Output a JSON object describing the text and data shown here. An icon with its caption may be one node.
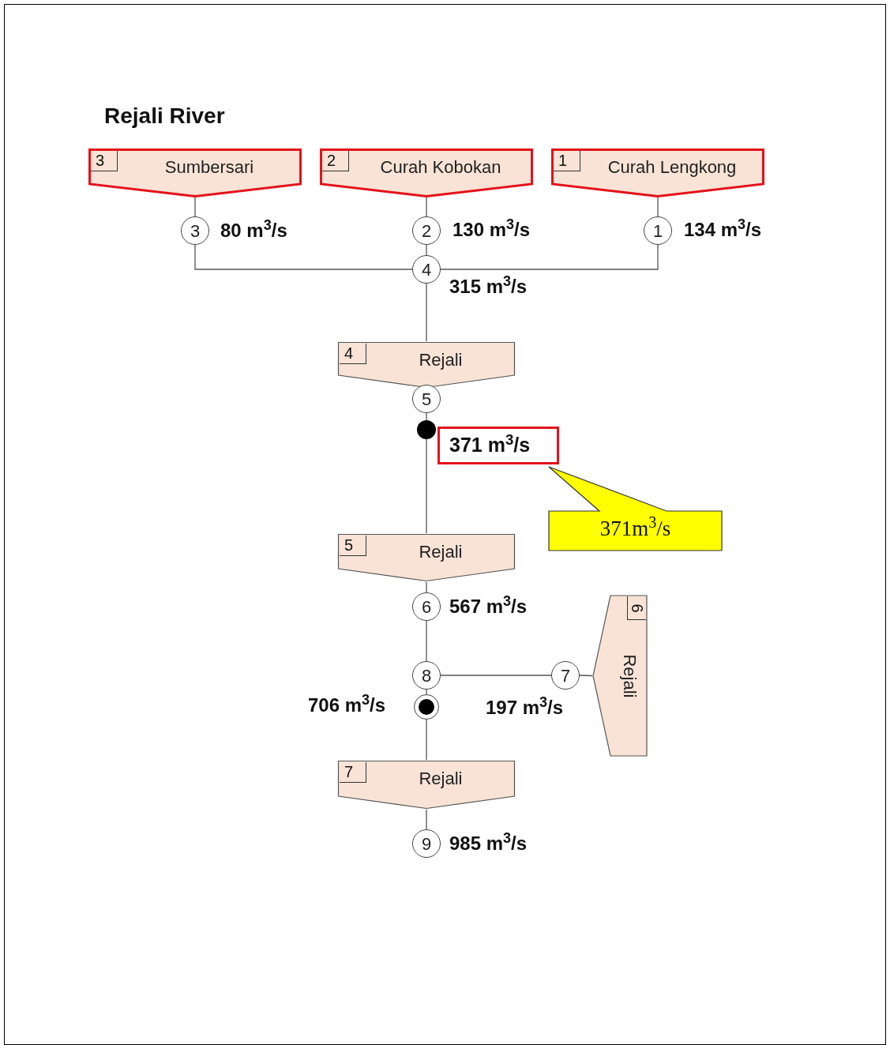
{
  "diagram": {
    "title": "Rejali River",
    "nodes": [
      {
        "text": [
          "3",
          "Sumbersari"
        ]
      },
      {
        "text": [
          "2",
          "Curah Kobokan"
        ]
      },
      {
        "text": [
          "1",
          "Curah Lengkong"
        ]
      },
      {
        "text": [
          "3"
        ],
        "beside": [
          "80 m$^{3}$/s"
        ]
      },
      {
        "text": [
          "2"
        ],
        "beside": [
          "130 m$^{3}$/s"
        ]
      },
      {
        "text": [
          "1"
        ],
        "beside": [
          "134 m$^{3}$/s"
        ]
      },
      {
        "text": [
          "4"
        ],
        "beside": [
          "315 m$^{3}$/s"
        ]
      },
      {
        "text": [
          "4",
          "Rejali"
        ]
      },
      {
        "text": [
          "5"
        ]
      },
      {
        "text": [],
        "shape": "circle"
      },
      {
        "text": [
          "371 m$^{3}$/s"
        ]
      },
      {
        "text": [
          "371m$^{3}$/s"
        ]
      },
      {
        "text": [
          "5",
          "Rejali"
        ]
      },
      {
        "text": [
          "6"
        ],
        "beside": [
          "567 m$^{3}$/s"
        ]
      },
      {
        "text": [
          "6",
          "Rejali"
        ]
      },
      {
        "text": [
          "8"
        ]
      },
      {
        "text": [
          "7"
        ],
        "beside": [
          "197 m$^{3}$/s"
        ]
      },
      {
        "text": [],
        "shape": "circle",
        "beside": [
          "706 m$^{3}$/s"
        ]
      },
      {
        "text": [
          "7",
          "Rejali"
        ]
      },
      {
        "text": [
          "9"
        ],
        "beside": [
          "985 m$^{3}$/s"
        ]
      }
    ],
    "edges": [
      {
        "from": 0,
        "to": 3,
        "arrow": "none"
      },
      {
        "from": 1,
        "to": 4,
        "arrow": "none"
      },
      {
        "from": 2,
        "to": 5,
        "arrow": "none"
      },
      {
        "from": 3,
        "to": 6,
        "arrow": "none"
      },
      {
        "from": 4,
        "to": 6,
        "arrow": "none"
      },
      {
        "from": 5,
        "to": 6,
        "arrow": "none"
      },
      {
        "from": 6,
        "to": 7,
        "arrow": "none"
      },
      {
        "from": 8,
        "to": 9,
        "arrow": "none"
      },
      {
        "from": 9,
        "to": 12,
        "arrow": "none"
      },
      {
        "from": 12,
        "to": 13,
        "arrow": "none"
      },
      {
        "from": 13,
        "to": 15,
        "arrow": "none"
      },
      {
        "from": 14,
        "to": 16,
        "arrow": "none"
      },
      {
        "from": 16,
        "to": 15,
        "arrow": "none"
      },
      {
        "from": 15,
        "to": 17,
        "arrow": "none"
      },
      {
        "from": 17,
        "to": 18,
        "arrow": "none"
      },
      {
        "from": 18,
        "to": 19,
        "arrow": "none"
      }
    ]
  }
}
